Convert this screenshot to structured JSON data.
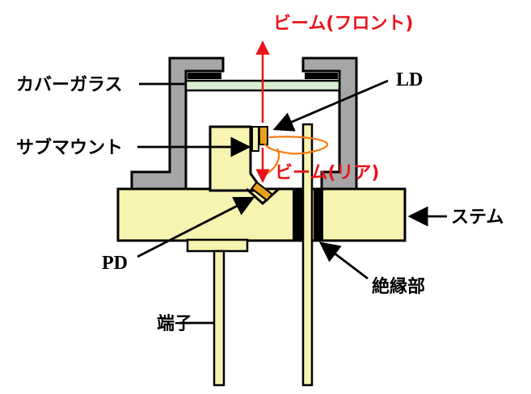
{
  "diagram": {
    "labels": {
      "beam_front": "ビーム(フロント)",
      "beam_rear": "ビーム(リア)",
      "ld": "LD",
      "cover_glass": "カバーガラス",
      "submount": "サブマウント",
      "stem": "ステム",
      "pd": "PD",
      "insulator": "絶縁部",
      "terminal": "端子"
    },
    "colors": {
      "beam_red": "#e8141b",
      "laser_orange": "#f47a10",
      "stem_yellow": "#f7f3b0",
      "cap_gray": "#a6a6a6",
      "glass_green": "#d8f0d0",
      "chip_orange": "#e8a020",
      "black": "#000000"
    }
  }
}
